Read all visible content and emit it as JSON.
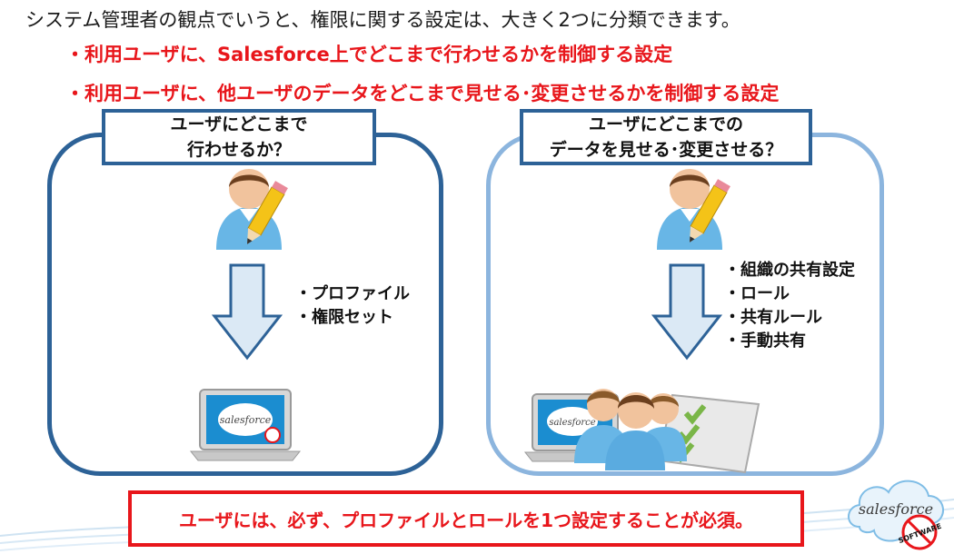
{
  "intro_text": "システム管理者の観点でいうと、権限に関する設定は、大きく2つに分類できます。",
  "bullets": [
    "・利用ユーザに、Salesforce上でどこまで行わせるかを制御する設定",
    "・利用ユーザに、他ユーザのデータをどこまで見せる･変更させるかを制御する設定"
  ],
  "left_panel": {
    "title_line1": "ユーザにどこまで",
    "title_line2": "行わせるか？",
    "items": [
      "プロファイル",
      "権限セット"
    ]
  },
  "right_panel": {
    "title_line1": "ユーザにどこまでの",
    "title_line2": "データを見せる･変更させる？",
    "items": [
      "組織の共有設定",
      "ロール",
      "共有ルール",
      "手動共有"
    ]
  },
  "logo_text": "salesforce",
  "stamp_text": "SOFTWARE",
  "note": "ユーザには、必ず、プロファイルとロールを1つ設定することが必須。",
  "colors": {
    "accent_red": "#e8161b",
    "dark_blue": "#2d6297",
    "light_blue": "#8cb5de"
  }
}
